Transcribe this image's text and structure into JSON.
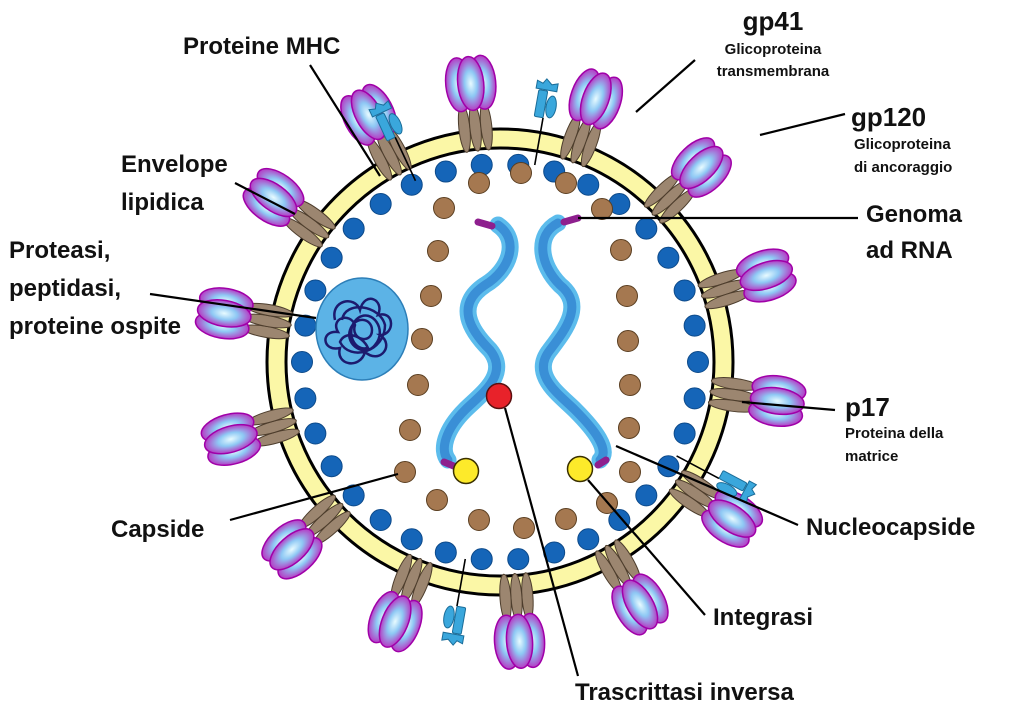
{
  "title": "Struttura del virione HIV",
  "colors": {
    "envelope_fill": "#fbf7a6",
    "matrix_protein": "#1565b8",
    "capsid_protein": "#a57850",
    "rna_outer": "#5cbcec",
    "rna_inner": "#3a8fd6",
    "rna_end": "#8e1f8e",
    "reverse_transcriptase": "#e8222a",
    "integrase": "#fdea2a",
    "protease_body": "#5cb3e6",
    "protease_coil": "#1c1a6e",
    "gp120_edge": "#a000a8",
    "gp120_core": "#d8f4ff",
    "gp41": "#9c8670",
    "mhc": "#3aa7dc"
  },
  "labels": {
    "gp41": {
      "title": "gp41",
      "subtitle": [
        "Glicoproteina",
        "transmembrana"
      ]
    },
    "gp120": {
      "title": "gp120",
      "subtitle": [
        "Glicoproteina",
        "di ancoraggio"
      ]
    },
    "mhc": {
      "title": "Proteine MHC"
    },
    "envelope": {
      "lines": [
        "Envelope",
        "lipidica"
      ]
    },
    "protease": {
      "lines": [
        "Proteasi,",
        "peptidasi,",
        "proteine ospite"
      ]
    },
    "genome": {
      "lines": [
        "Genoma",
        "ad RNA"
      ]
    },
    "p17": {
      "title": "p17",
      "subtitle": [
        "Proteina della",
        "matrice"
      ]
    },
    "capsid": {
      "title": "Capside"
    },
    "nucleocapsid": {
      "title": "Nucleocapside"
    },
    "integrase": {
      "title": "Integrasi"
    },
    "reverse_transcriptase": {
      "title": "Trascrittasi inversa"
    }
  },
  "spike_angles_deg": [
    -96,
    -70,
    -44,
    -18,
    8,
    34,
    60,
    86,
    112,
    138,
    164,
    190,
    216,
    242
  ],
  "mhc_angles_deg": [
    -115,
    -80,
    28,
    100
  ]
}
